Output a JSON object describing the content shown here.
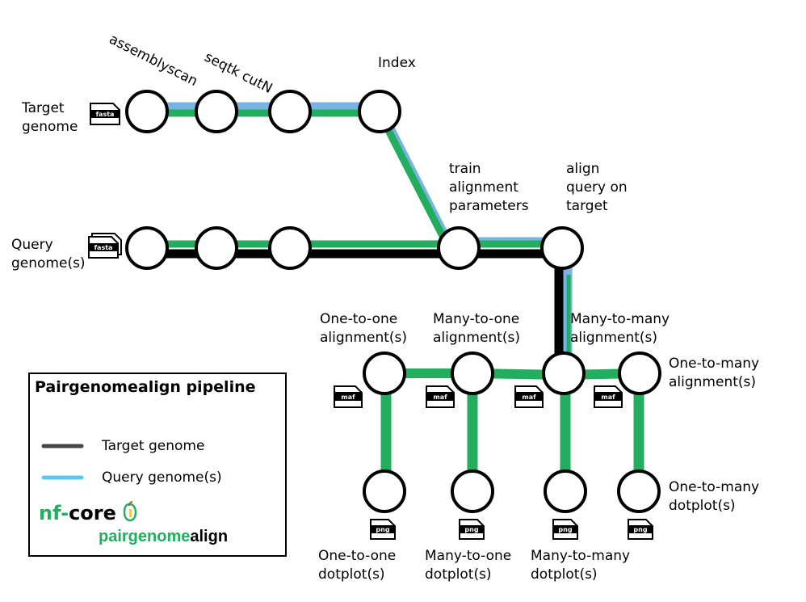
{
  "colors": {
    "green": "#23ad5f",
    "blue": "#77b3e3",
    "black": "#000000",
    "legend_target": "#444444",
    "legend_query": "#5cc7f2"
  },
  "labels": {
    "assemblyscan": "assemblyscan",
    "seqtk": "seqtk cutN",
    "index": "Index",
    "target_genome": [
      "Target",
      "genome"
    ],
    "query_genome": [
      "Query",
      "genome(s)"
    ],
    "train": [
      "train",
      "alignment",
      "parameters"
    ],
    "align": [
      "align",
      "query on",
      "target"
    ],
    "one_to_one_aln": [
      "One-to-one",
      "alignment(s)"
    ],
    "many_to_one_aln": [
      "Many-to-one",
      "alignment(s)"
    ],
    "many_to_many_aln": [
      "Many-to-many",
      "alignment(s)"
    ],
    "one_to_many_aln": [
      "One-to-many",
      "alignment(s)"
    ],
    "one_to_one_dot": [
      "One-to-one",
      "dotplot(s)"
    ],
    "many_to_one_dot": [
      "Many-to-one",
      "dotplot(s)"
    ],
    "many_to_many_dot": [
      "Many-to-many",
      "dotplot(s)"
    ],
    "one_to_many_dot": [
      "One-to-many",
      "dotplot(s)"
    ]
  },
  "file_types": {
    "fasta": "fasta",
    "maf": "maf",
    "png": "png"
  },
  "legend": {
    "title": "Pairgenomealign pipeline",
    "items": [
      {
        "label": "Target genome",
        "color": "#444444"
      },
      {
        "label": "Query genome(s)",
        "color": "#5cc7f2"
      }
    ]
  },
  "logo": {
    "nf": "nf-",
    "core": "core",
    "pipeline_prefix": "pairgenome",
    "pipeline_suffix": "align"
  }
}
